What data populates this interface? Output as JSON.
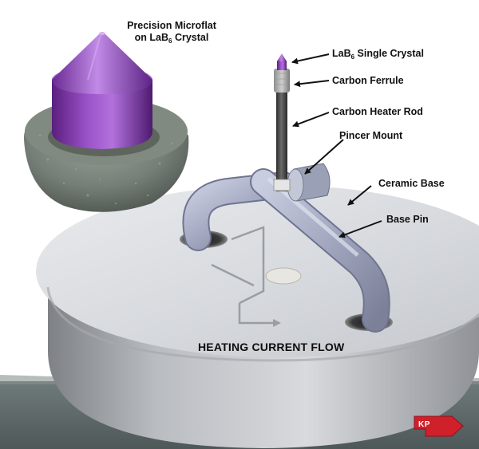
{
  "inset": {
    "title_line1": "Precision Microflat",
    "title_line2_prefix": "on LaB",
    "title_line2_sub": "6",
    "title_line2_suffix": " Crystal"
  },
  "labels": {
    "crystal_prefix": "LaB",
    "crystal_sub": "6",
    "crystal_suffix": " Single Crystal",
    "ferrule": "Carbon Ferrule",
    "heater_rod": "Carbon Heater Rod",
    "pincer_mount": "Pincer Mount",
    "ceramic_base": "Ceramic Base",
    "base_pin": "Base Pin"
  },
  "flow_label": "HEATING CURRENT FLOW",
  "logo": {
    "text": "KP",
    "color": "#d0202a"
  },
  "colors": {
    "crystal_purple": "#8a3fb5",
    "ceramic": "#d9dce0",
    "pin_metal": "#a8adc4",
    "carbon": "#4a4a4a"
  }
}
